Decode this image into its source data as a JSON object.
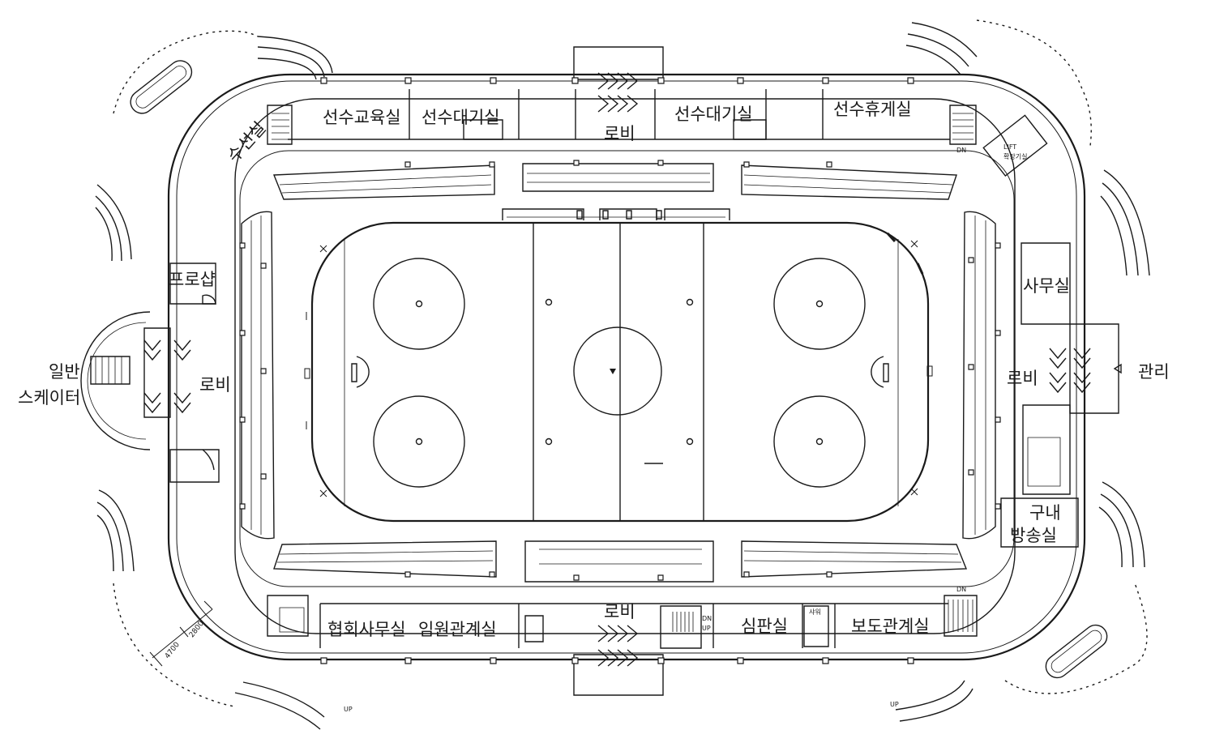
{
  "labels": {
    "player_education": "선수교육실",
    "player_waiting_1": "선수대기실",
    "lobby_north": "로비",
    "player_waiting_2": "선수대기실",
    "player_lounge": "선수휴게실",
    "repair_room": "수선실",
    "machine_room": "확장기실",
    "lift": "LIFT",
    "pro_shop": "프로샵",
    "office": "사무실",
    "general": "일반",
    "skater": "스케이터",
    "lobby_west": "로비",
    "lobby_east": "로비",
    "management": "관리",
    "broadcast_1": "구내",
    "broadcast_2": "방송실",
    "association_office": "협회사무실",
    "executive_room": "임원관계실",
    "lobby_south": "로비",
    "referee_room": "심판실",
    "shower": "샤워",
    "press_room": "보도관계실",
    "dn_ne": "DN",
    "dn_se": "DN",
    "dn_s": "DN",
    "up_s": "UP",
    "up_sw": "UP",
    "up_se": "UP",
    "dim_1": "2800",
    "dim_2": "4700"
  },
  "colors": {
    "line": "#1a1a1a",
    "background": "#ffffff"
  }
}
